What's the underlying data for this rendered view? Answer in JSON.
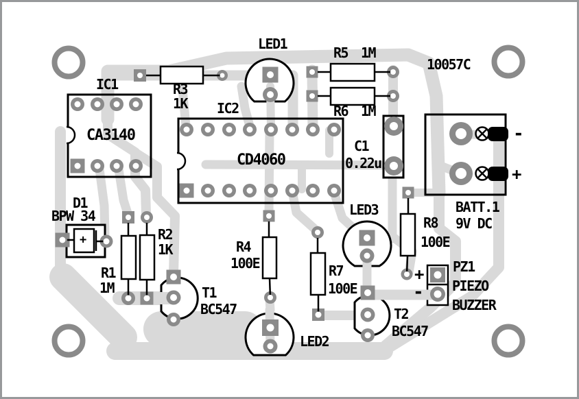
{
  "board": {
    "code": "10057C"
  },
  "colors": {
    "trace": "#d9d9d9",
    "pad": "#8a8a8a",
    "outline": "#000000",
    "background": "#ffffff",
    "frame": "#97999b"
  },
  "components": {
    "ic1": {
      "ref": "IC1",
      "part": "CA3140"
    },
    "ic2": {
      "ref": "IC2",
      "part": "CD4060"
    },
    "r1": {
      "ref": "R1",
      "value": "1M"
    },
    "r2": {
      "ref": "R2",
      "value": "1K"
    },
    "r3": {
      "ref": "R3",
      "value": "1K"
    },
    "r4": {
      "ref": "R4",
      "value": "100E"
    },
    "r5": {
      "ref": "R5",
      "value": "1M"
    },
    "r6": {
      "ref": "R6",
      "value": "1M"
    },
    "r7": {
      "ref": "R7",
      "value": "100E"
    },
    "r8": {
      "ref": "R8",
      "value": "100E"
    },
    "c1": {
      "ref": "C1",
      "value": "0.22u"
    },
    "d1": {
      "ref": "D1",
      "part": "BPW 34",
      "polarity_mark": "+"
    },
    "led1": {
      "ref": "LED1"
    },
    "led2": {
      "ref": "LED2"
    },
    "led3": {
      "ref": "LED3"
    },
    "t1": {
      "ref": "T1",
      "part": "BC547"
    },
    "t2": {
      "ref": "T2",
      "part": "BC547"
    },
    "batt": {
      "ref": "BATT.1",
      "value": "9V DC",
      "neg": "-",
      "pos": "+"
    },
    "pz1": {
      "ref": "PZ1",
      "part_line1": "PIEZO",
      "part_line2": "BUZZER",
      "pos": "+",
      "neg": "-"
    }
  }
}
